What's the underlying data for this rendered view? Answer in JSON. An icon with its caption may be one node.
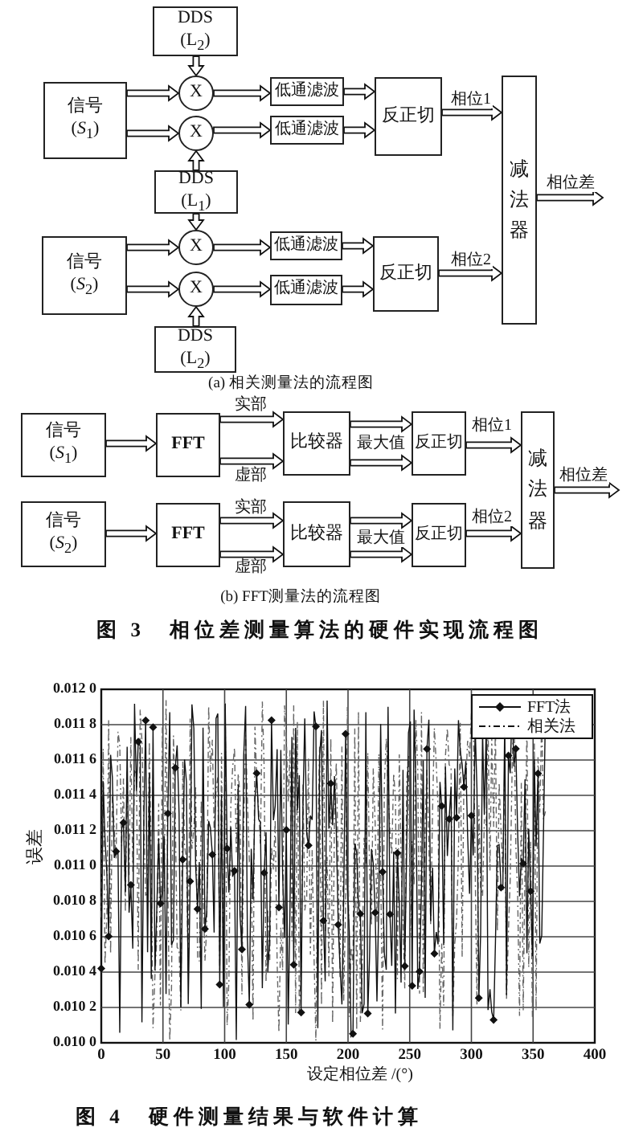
{
  "diagram": {
    "nodes": [
      {
        "text": [
          "DDS (L$_{2}$)"
        ]
      },
      {
        "text": [
          "信号 (*S*$_{1}$)"
        ]
      },
      {
        "text": [
          "X"
        ]
      },
      {
        "text": [
          "低通滤波"
        ]
      },
      {
        "text": [
          "反正切"
        ]
      },
      {
        "text": [
          "减法器"
        ]
      },
      {
        "text": [
          "X"
        ]
      },
      {
        "text": [
          "低通滤波"
        ]
      },
      {
        "text": [
          "DDS (L$_{1}$)"
        ]
      },
      {
        "text": [
          "信号 (*S*$_{2}$)"
        ]
      },
      {
        "text": [
          "X"
        ]
      },
      {
        "text": [
          "低通滤波"
        ]
      },
      {
        "text": [
          "反正切"
        ]
      },
      {
        "text": [
          "X"
        ]
      },
      {
        "text": [
          "低通滤波"
        ]
      },
      {
        "text": [
          "DDS (L$_{2}$)"
        ]
      },
      {
        "text": [
          "信号 (*S*$_{1}$)"
        ]
      },
      {
        "text": [
          "FFT"
        ]
      },
      {
        "text": [
          "比较器"
        ]
      },
      {
        "text": [
          "反正切"
        ]
      },
      {
        "text": [
          "减法器"
        ]
      },
      {
        "text": [
          "信号 (*S*$_{2}$)"
        ]
      },
      {
        "text": [
          "FFT"
        ]
      },
      {
        "text": [
          "比较器"
        ]
      },
      {
        "text": [
          "反正切"
        ]
      }
    ],
    "edges": [
      {
        "from": 1,
        "to": 2,
        "arrow": "to"
      },
      {
        "from": 1,
        "to": 6,
        "arrow": "to"
      },
      {
        "from": 0,
        "to": 2,
        "arrow": "to"
      },
      {
        "from": 8,
        "to": 6,
        "arrow": "to"
      },
      {
        "from": 2,
        "to": 3,
        "arrow": "to"
      },
      {
        "from": 6,
        "to": 7,
        "arrow": "to"
      },
      {
        "from": 3,
        "to": 4,
        "arrow": "to"
      },
      {
        "from": 7,
        "to": 4,
        "arrow": "to"
      },
      {
        "from": 4,
        "to": 5,
        "arrow": "to",
        "label": "相位1"
      },
      {
        "from": 8,
        "to": 10,
        "arrow": "to"
      },
      {
        "from": 9,
        "to": 10,
        "arrow": "to"
      },
      {
        "from": 9,
        "to": 13,
        "arrow": "to"
      },
      {
        "from": 15,
        "to": 13,
        "arrow": "to"
      },
      {
        "from": 10,
        "to": 11,
        "arrow": "to"
      },
      {
        "from": 13,
        "to": 14,
        "arrow": "to"
      },
      {
        "from": 11,
        "to": 12,
        "arrow": "to"
      },
      {
        "from": 14,
        "to": 12,
        "arrow": "to"
      },
      {
        "from": 12,
        "to": 5,
        "arrow": "to",
        "label": "相位2"
      },
      {
        "from": 5,
        "to": null,
        "arrow": "to",
        "label": "相位差"
      },
      {
        "from": 16,
        "to": 17,
        "arrow": "to"
      },
      {
        "from": 17,
        "to": 18,
        "arrow": "to",
        "label": "实部"
      },
      {
        "from": 17,
        "to": 18,
        "arrow": "to",
        "label": "虚部"
      },
      {
        "from": 18,
        "to": 19,
        "arrow": "to"
      },
      {
        "from": 18,
        "to": 19,
        "arrow": "to",
        "label": "最大值"
      },
      {
        "from": 19,
        "to": 20,
        "arrow": "to",
        "label": "相位1"
      },
      {
        "from": 20,
        "to": null,
        "arrow": "to",
        "label": "相位差"
      },
      {
        "from": 21,
        "to": 22,
        "arrow": "to"
      },
      {
        "from": 22,
        "to": 23,
        "arrow": "to",
        "label": "实部"
      },
      {
        "from": 22,
        "to": 23,
        "arrow": "to",
        "label": "虚部"
      },
      {
        "from": 23,
        "to": 24,
        "arrow": "to"
      },
      {
        "from": 23,
        "to": 24,
        "arrow": "to",
        "label": "最大值"
      },
      {
        "from": 24,
        "to": 20,
        "arrow": "to",
        "label": "相位2"
      }
    ],
    "labels": [
      "(a) 相关测量法的流程图",
      "(b) FFT测量法的流程图",
      "图 3　相位差测量算法的硬件实现流程图",
      "0.012 0",
      "0.011 8",
      "0.011 6",
      "0.011 4",
      "0.011 2",
      "0.011 0",
      "0.010 8",
      "0.010 6",
      "0.010 4",
      "0.010 2",
      "0.010 0",
      "误差",
      "0",
      "50",
      "100",
      "150",
      "200",
      "250",
      "300",
      "350",
      "400",
      "设定相位差 /(°)",
      "图 4　硬件测量结果与软件计算"
    ],
    "legend": [
      {
        "text": "FFT法"
      },
      {
        "text": "相关法"
      }
    ]
  }
}
